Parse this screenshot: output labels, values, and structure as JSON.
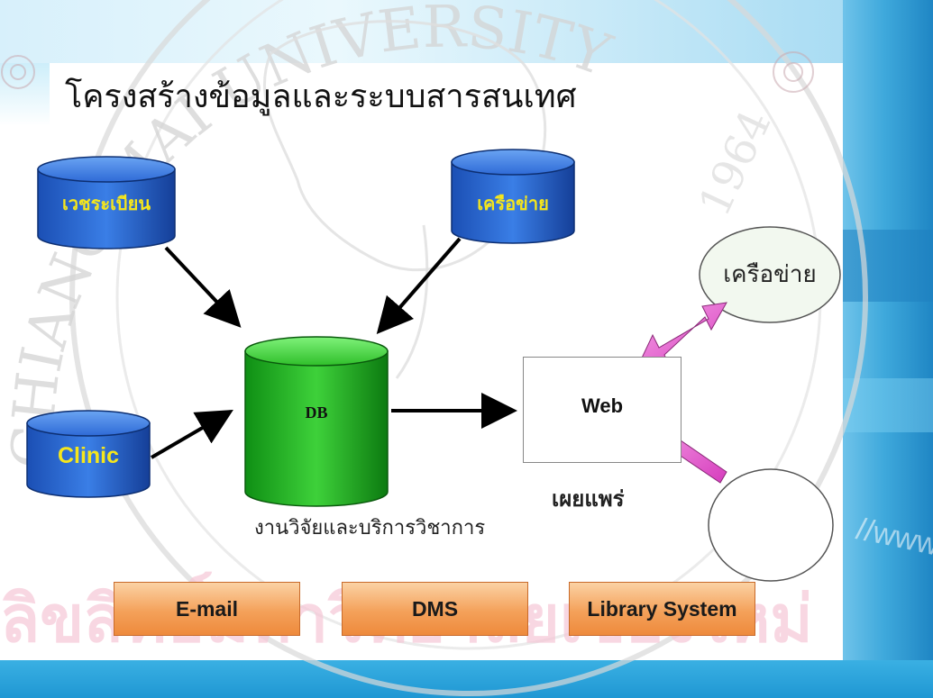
{
  "title": "โครงสร้างข้อมูลและระบบสารสนเทศ",
  "nodes": {
    "registry": "เวชระเบียน",
    "network_db": "เครือข่าย",
    "clinic": "Clinic",
    "db": "DB",
    "web": "Web",
    "network_circle": "เครือข่าย"
  },
  "captions": {
    "publish": "เผยแพร่",
    "research": "งานวิจัยและบริการวิชาการ"
  },
  "systems": [
    "E-mail",
    "DMS",
    "Library System"
  ],
  "watermark": {
    "bottom_text": "ลิขสิทธิ์มหาวิทยาลัยเชียงใหม่",
    "seal_arc_text": "CHIANG MAI UNIVERSITY",
    "seal_year": "1964",
    "side_text": "//www"
  },
  "colors": {
    "blue_db": "#1f5fd0",
    "green_db": "#22b522",
    "arrow_pink": "#e454c8",
    "label_yellow": "#f5e61c",
    "orange_box": "#f4a15a"
  }
}
